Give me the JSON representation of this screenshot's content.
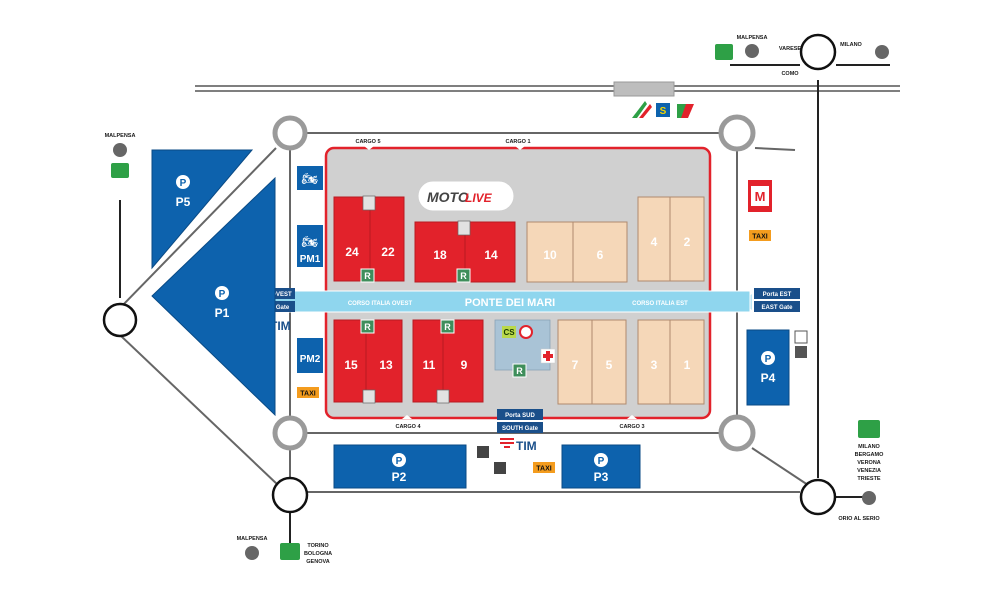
{
  "colors": {
    "blue": "#0d62ad",
    "red": "#e2222b",
    "beige": "#f5d7b8",
    "gray_area": "#d0d0d0",
    "cyan_bridge": "#8fd6ee",
    "green_motorway": "#2ea046",
    "taxi_orange": "#f49c1e",
    "road": "#333333"
  },
  "logo": {
    "brand": "MOTO",
    "accent": "LIVE"
  },
  "halls_red": [
    "24",
    "22",
    "18",
    "14",
    "15",
    "13",
    "11",
    "9"
  ],
  "halls_beige": [
    "10",
    "6",
    "4",
    "2",
    "7",
    "5",
    "3",
    "1"
  ],
  "parking": {
    "p_symbol": "P",
    "p1": "P1",
    "p2": "P2",
    "p3": "P3",
    "p4": "P4",
    "p5": "P5",
    "pm1": "PM1",
    "pm2": "PM2"
  },
  "bridge": {
    "name": "PONTE DEI MARI",
    "west_road": "CORSO ITALIA OVEST",
    "east_road": "CORSO ITALIA EST"
  },
  "gates": {
    "west_it": "Porta OVEST",
    "west_en": "WEST Gate",
    "east_it": "Porta EST",
    "east_en": "EAST Gate",
    "south_it": "Porta SUD",
    "south_en": "SOUTH Gate"
  },
  "sponsor": "TIM",
  "cargo": {
    "c1": "CARGO 1",
    "c3": "CARGO 3",
    "c4": "CARGO 4",
    "c5": "CARGO 5"
  },
  "services": {
    "taxi": "TAXI",
    "restaurant": "R",
    "cs": "CS",
    "metro": "M"
  },
  "directions": {
    "malpensa": "MALPENSA",
    "varese": "VARESE",
    "como": "COMO",
    "milano": "MILANO",
    "east_motorway": [
      "MILANO",
      "BERGAMO",
      "VERONA",
      "VENEZIA",
      "TRIESTE"
    ],
    "south_motorway": [
      "TORINO",
      "BOLOGNA",
      "GENOVA"
    ],
    "orio": "ORIO AL SERIO"
  }
}
